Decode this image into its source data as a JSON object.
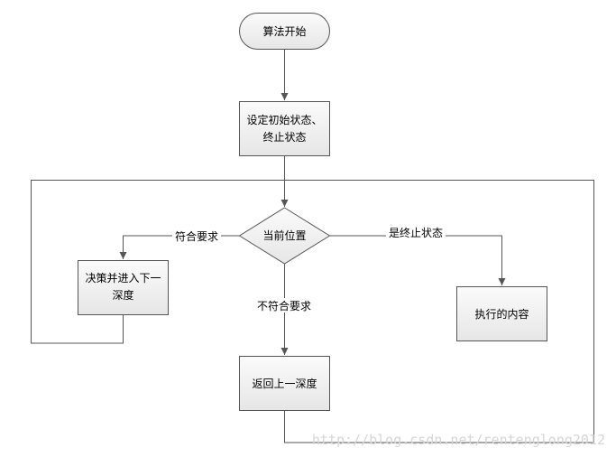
{
  "nodes": {
    "start": "算法开始",
    "init_line1": "设定初始状态、",
    "init_line2": "终止状态",
    "decision": "当前位置",
    "advance_line1": "决策并进入下一",
    "advance_line2": "深度",
    "execute": "执行的内容",
    "back": "返回上一深度"
  },
  "edges": {
    "meets": "符合要求",
    "is_terminal": "是终止状态",
    "not_meets": "不符合要求"
  },
  "watermark": "http://blog.csdn.net/rentenglong2012",
  "colors": {
    "line": "#555555",
    "box_fill": "#f0f0f0",
    "box_stroke": "#555555"
  }
}
